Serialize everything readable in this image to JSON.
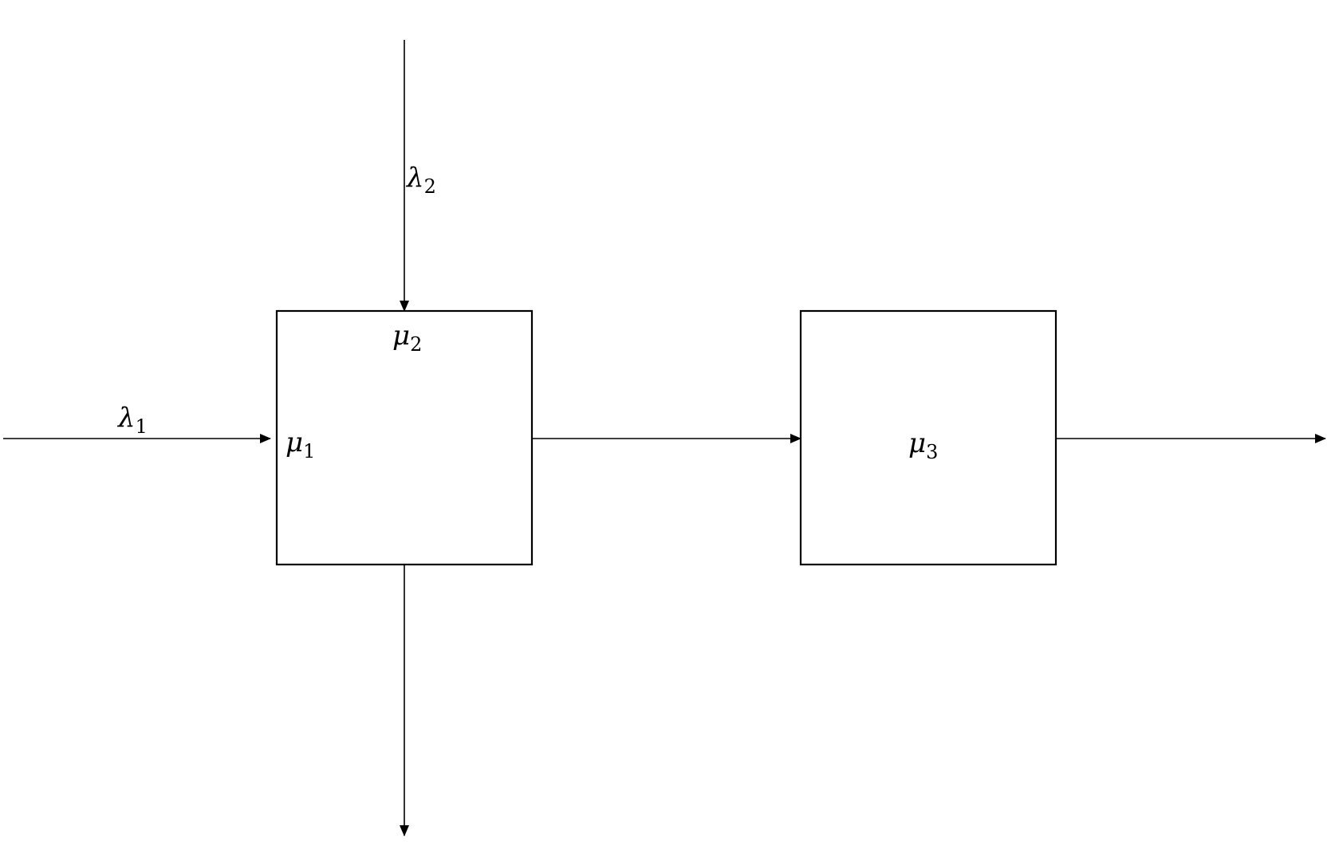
{
  "diagram": {
    "labels": {
      "lambda1": {
        "symbol": "λ",
        "subscript": "1"
      },
      "lambda2": {
        "symbol": "λ",
        "subscript": "2"
      },
      "mu1": {
        "symbol": "μ",
        "subscript": "1"
      },
      "mu2": {
        "symbol": "μ",
        "subscript": "2"
      },
      "mu3": {
        "symbol": "μ",
        "subscript": "3"
      }
    }
  }
}
